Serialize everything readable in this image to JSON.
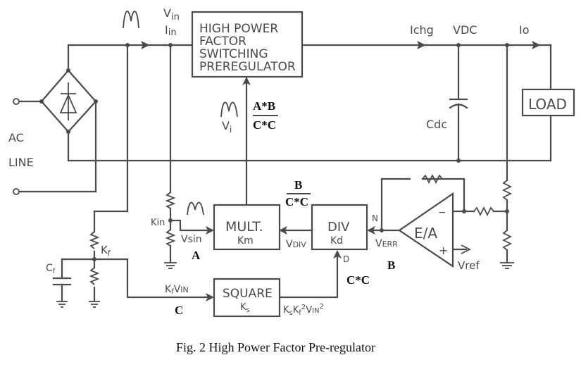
{
  "figure": {
    "caption": "Fig. 2 High Power Factor Pre-regulator"
  },
  "blocks": {
    "preregulator": [
      "HIGH POWER",
      "FACTOR",
      "SWITCHING",
      "PREREGULATOR"
    ],
    "multiplier": {
      "title": "MULT.",
      "sub": "Km"
    },
    "divider": {
      "title": "DIV",
      "sub": "Kd"
    },
    "square": {
      "title": "SQUARE",
      "sub": "K",
      "sub_index": "s"
    },
    "error_amp": {
      "title": "E/A",
      "minus": "−",
      "plus": "+"
    },
    "load": "LOAD"
  },
  "labels": {
    "ac_line": [
      "AC",
      "LINE"
    ],
    "vin": {
      "base": "V",
      "sub": "in"
    },
    "iin": {
      "base": "I",
      "sub": "in"
    },
    "ichg": "Ichg",
    "vdc": "VDC",
    "io": "Io",
    "cdc": "Cdc",
    "vi": {
      "base": "V",
      "sub": "i"
    },
    "kin": "Kin",
    "vsin": "Vsin",
    "vdiv": {
      "base": "V",
      "sub": "DIV"
    },
    "verr": {
      "base": "V",
      "sub": "ERR"
    },
    "n": "N",
    "d": "D",
    "vref": "Vref",
    "kf": {
      "base": "K",
      "sub": "f"
    },
    "cf": {
      "base": "C",
      "sub": "f"
    },
    "kfvin": {
      "k": "K",
      "f": "f",
      "v": "V",
      "in": "IN"
    },
    "square_out": {
      "text": "KsKf²VIN²",
      "parts": [
        "K",
        "s",
        "K",
        "f",
        "2",
        "V",
        "IN",
        "2"
      ]
    }
  },
  "annotations": {
    "mult_out": {
      "num": "A*B",
      "den": "C*C"
    },
    "div_out": {
      "num": "B",
      "den": "C*C"
    },
    "a": "A",
    "b": "B",
    "c": "C",
    "cc": "C*C"
  }
}
